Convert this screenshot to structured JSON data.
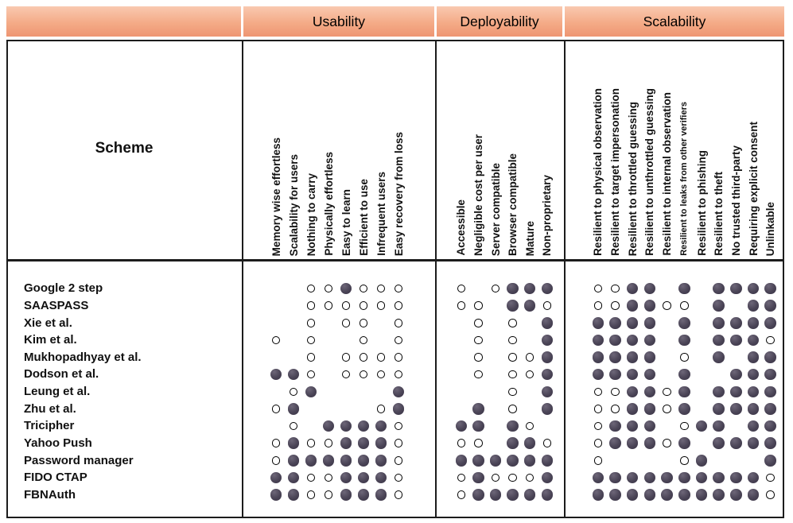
{
  "colors": {
    "header_orange_top": "#f9c9b0",
    "header_orange_bottom": "#ee9572",
    "border_black": "#1c1c1c",
    "filled_circle": "#4a4456",
    "background": "#ffffff"
  },
  "mark_glyphs": {
    "F": "filled-circle",
    "o": "empty-circle",
    "-": "none"
  },
  "chart_data": {
    "type": "table",
    "corner_header": "Scheme",
    "sections": [
      {
        "title": "Usability",
        "criteria": [
          {
            "label": "Memory wise effortless"
          },
          {
            "label": "Scalability for users"
          },
          {
            "label": "Nothing to carry"
          },
          {
            "label": "Physically effortless"
          },
          {
            "label": "Easy to learn"
          },
          {
            "label": "Efficient to use"
          },
          {
            "label": "Infrequent users"
          },
          {
            "label": "Easy recovery from loss"
          }
        ]
      },
      {
        "title": "Deployability",
        "criteria": [
          {
            "label": "Accessible"
          },
          {
            "label": "Negligible cost per user"
          },
          {
            "label": "Server compatible"
          },
          {
            "label": "Browser compatible"
          },
          {
            "label": "Mature"
          },
          {
            "label": "Non-proprietary"
          }
        ]
      },
      {
        "title": "Scalability",
        "criteria": [
          {
            "label": "Resilient to physical observation"
          },
          {
            "label": "Resilient to target impersonation"
          },
          {
            "label": "Resilient to throttled guessing"
          },
          {
            "label": "Resilient to unthrottled guessing"
          },
          {
            "label": "Resilient to internal observation"
          },
          {
            "label": "Resilient to leaks from other verifiers",
            "small": true
          },
          {
            "label": "Resilient to phishing"
          },
          {
            "label": "Resilient to theft"
          },
          {
            "label": "No trusted third-party"
          },
          {
            "label": "Requiring explicit consent"
          },
          {
            "label": "Unlinkable"
          }
        ]
      }
    ],
    "rows": [
      {
        "scheme": "Google 2 step",
        "usability": "--ooFooo",
        "deployability": "o-oFFF",
        "scalability": "ooFF-F-FFFF"
      },
      {
        "scheme": "SAASPASS",
        "usability": "--oooooo",
        "deployability": "oo-FFo",
        "scalability": "ooFFoo-F-FF"
      },
      {
        "scheme": "Xie et al.",
        "usability": "--o-oo-o",
        "deployability": "-o-o-F",
        "scalability": "FFFF-F-FFFF"
      },
      {
        "scheme": "Kim et al.",
        "usability": "o-o--o-o",
        "deployability": "-o-o-F",
        "scalability": "FFFF-F-FFFo"
      },
      {
        "scheme": "Mukhopadhyay et al.",
        "usability": "--o-oooo",
        "deployability": "-o-ooF",
        "scalability": "FFFF-o-F-FF"
      },
      {
        "scheme": "Dodson et al.",
        "usability": "FFo-oooo",
        "deployability": "-o-ooF",
        "scalability": "FFFF-F--FFF"
      },
      {
        "scheme": "Leung et al.",
        "usability": "-oF----F",
        "deployability": "---o-F",
        "scalability": "ooFFoF-FFFF"
      },
      {
        "scheme": "Zhu et al.",
        "usability": "oF----oF",
        "deployability": "-F-o-F",
        "scalability": "ooFFoF-FFFF"
      },
      {
        "scheme": "Tricipher",
        "usability": "-o-FFFFo",
        "deployability": "FF-Fo-",
        "scalability": "oFFF-oFF-FF"
      },
      {
        "scheme": "Yahoo Push",
        "usability": "oFooFFFo",
        "deployability": "oo-FFo",
        "scalability": "oFFFoF-FFFF"
      },
      {
        "scheme": "Password manager",
        "usability": "oFFFFFFo",
        "deployability": "FFFFFF",
        "scalability": "o----oF---F"
      },
      {
        "scheme": "FIDO CTAP",
        "usability": "FFooFFFo",
        "deployability": "oFoooF",
        "scalability": "FFFFFFFFFFo"
      },
      {
        "scheme": "FBNAuth",
        "usability": "FFooFFFo",
        "deployability": "oFFFFF",
        "scalability": "FFFFFFFFFFo"
      }
    ]
  }
}
